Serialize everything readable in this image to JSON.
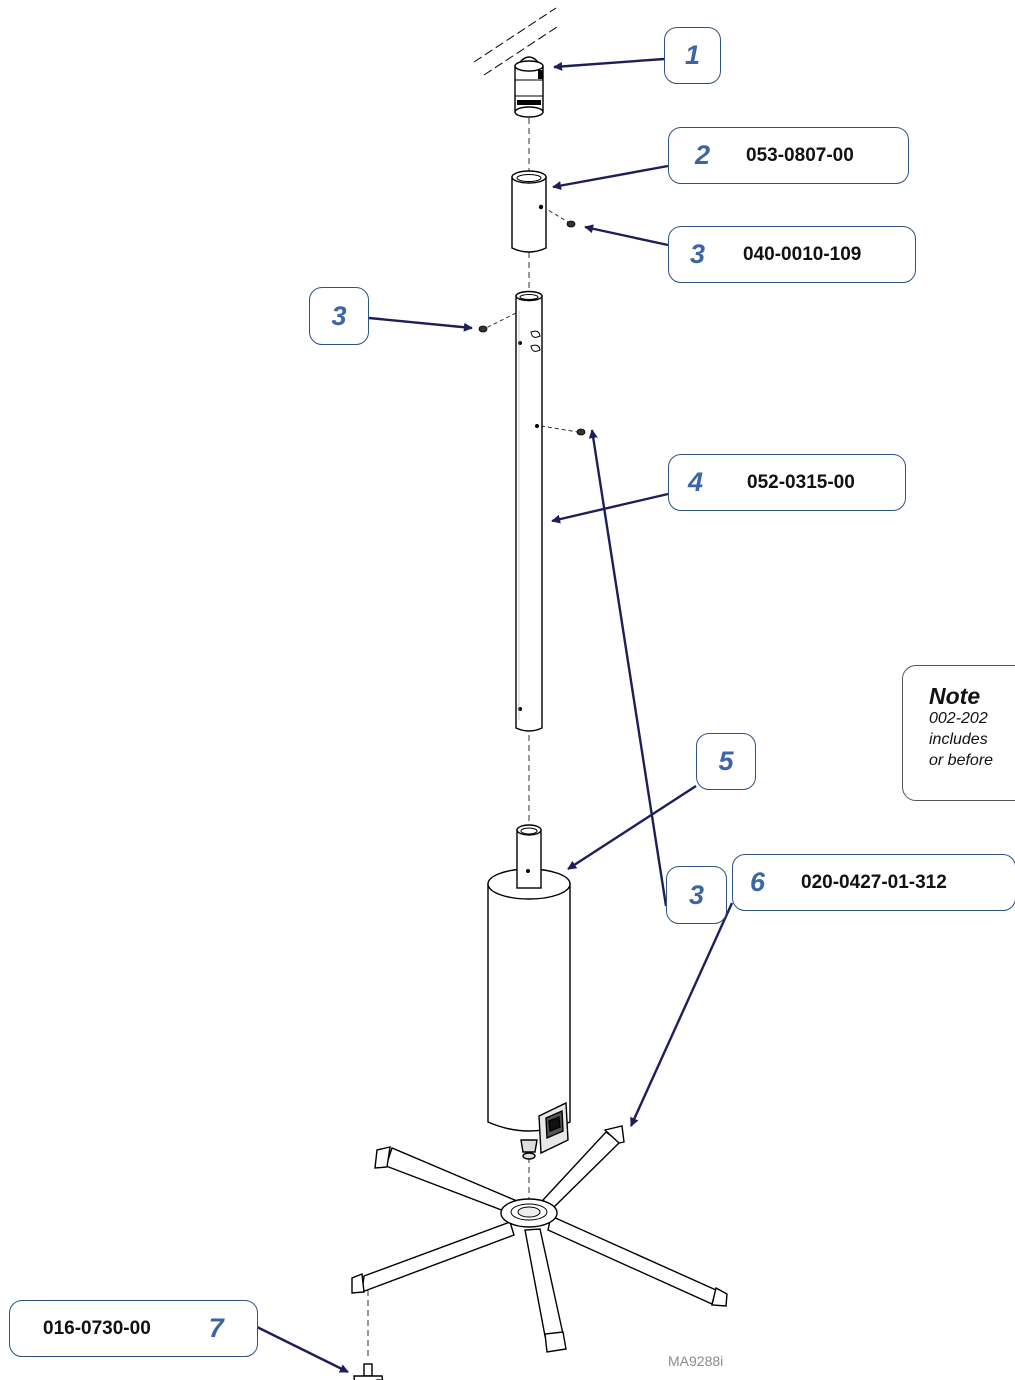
{
  "callouts": [
    {
      "id": "c1",
      "number": "1",
      "part_number": ""
    },
    {
      "id": "c2",
      "number": "2",
      "part_number": "053-0807-00"
    },
    {
      "id": "c3a",
      "number": "3",
      "part_number": "040-0010-109"
    },
    {
      "id": "c3b",
      "number": "3",
      "part_number": ""
    },
    {
      "id": "c4",
      "number": "4",
      "part_number": "052-0315-00"
    },
    {
      "id": "c3c",
      "number": "3",
      "part_number": ""
    },
    {
      "id": "c5",
      "number": "5",
      "part_number": ""
    },
    {
      "id": "c6",
      "number": "6",
      "part_number": "020-0427-01-312"
    },
    {
      "id": "c7",
      "number": "7",
      "part_number": "016-0730-00"
    }
  ],
  "note": {
    "title": "Note",
    "lines": [
      "002-202",
      "includes",
      "or before"
    ]
  },
  "document_code": "MA9288i",
  "colors": {
    "callout_border": "#2f5382",
    "callout_number": "#3b66a3",
    "leader_arrow": "#1e1e5a",
    "part_text": "#111111",
    "outline": "#000000"
  }
}
